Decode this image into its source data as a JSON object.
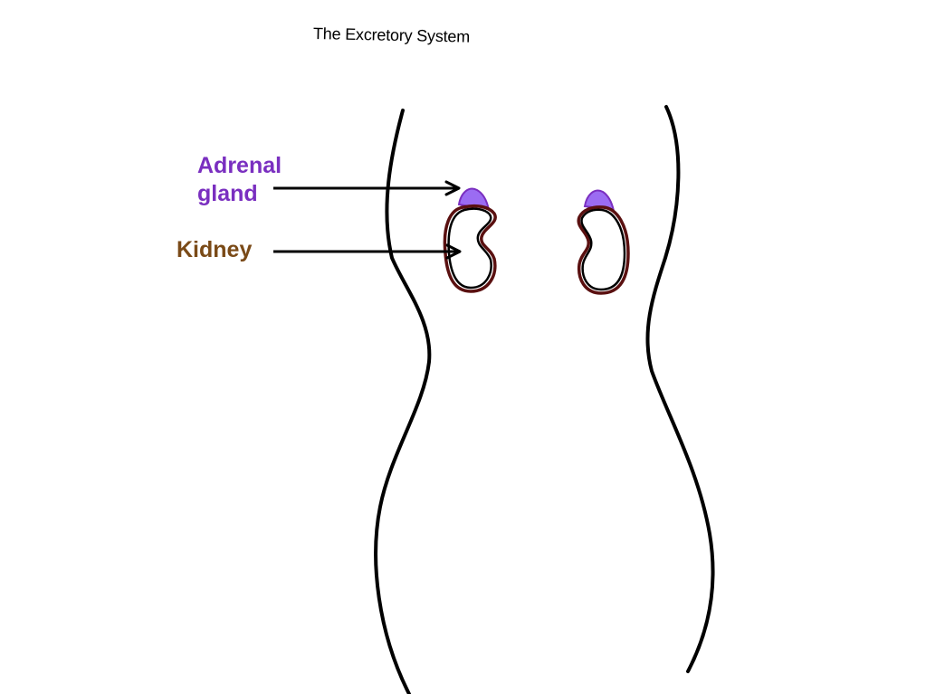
{
  "diagram": {
    "title": "The Excretory System",
    "labels": {
      "adrenal_line1": "Adrenal",
      "adrenal_line2": "gland",
      "kidney": "Kidney"
    }
  },
  "colors": {
    "adrenal": "#7a2fc0",
    "adrenal_fill": "#9b6cf2",
    "kidney_label": "#7a4a17",
    "kidney_outline": "#5a1010",
    "outline": "#000000"
  }
}
